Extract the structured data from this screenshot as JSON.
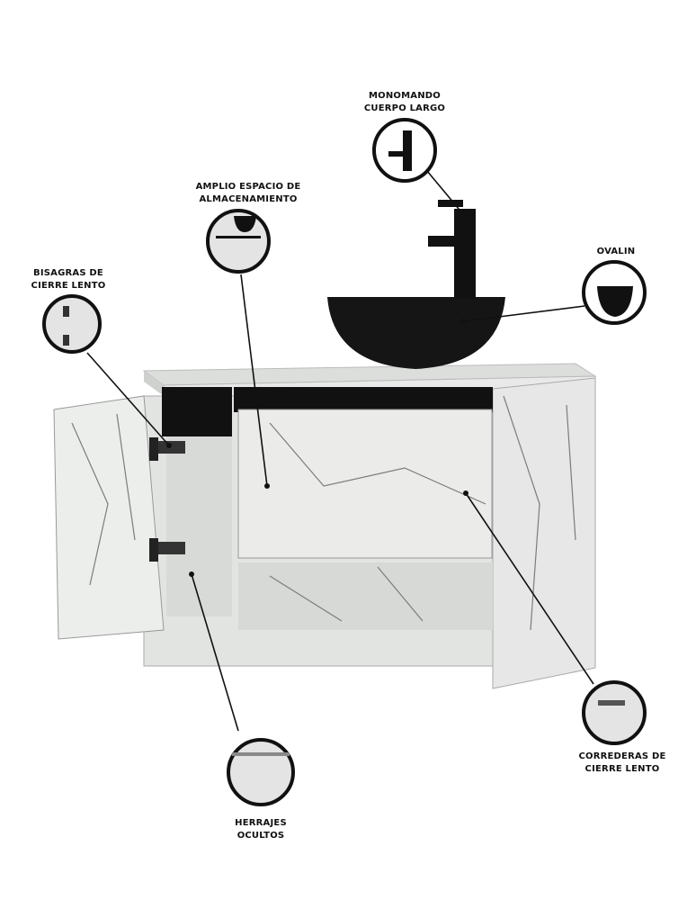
{
  "callouts": {
    "monomando": {
      "line1": "MONOMANDO",
      "line2": "CUERPO LARGO",
      "icon": "faucet-icon"
    },
    "almacenamiento": {
      "line1": "AMPLIO ESPACIO DE",
      "line2": "ALMACENAMIENTO",
      "icon": "storage-icon"
    },
    "ovalin": {
      "line1": "OVALIN",
      "icon": "bowl-icon"
    },
    "bisagras": {
      "line1": "BISAGRAS DE",
      "line2": "CIERRE LENTO",
      "icon": "hinge-icon"
    },
    "correderas": {
      "line1": "CORREDERAS DE",
      "line2": "CIERRE LENTO",
      "icon": "drawer-slide-icon"
    },
    "herrajes": {
      "line1": "HERRAJES",
      "line2": "OCULTOS",
      "icon": "hidden-hardware-icon"
    }
  },
  "colors": {
    "marble": "#e4e6e4",
    "vein": "#6d706f",
    "black": "#111111"
  }
}
